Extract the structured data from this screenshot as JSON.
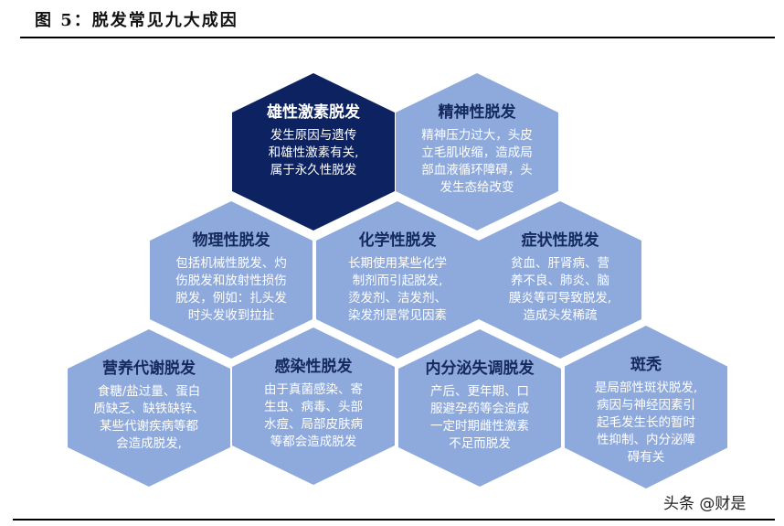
{
  "header": {
    "title": "图 5：脱发常见九大成因"
  },
  "colors": {
    "dark_hex": "#0d2260",
    "light_hex": "#8ea9db",
    "title_text": "#152a5c",
    "body_text": "#ffffff"
  },
  "hexagons": [
    {
      "title": "雄性激素脱发",
      "lines": [
        "发生原因与遗传",
        "和雄性激素有关,",
        "属于永久性脱发"
      ],
      "style": "dark"
    },
    {
      "title": "精神性脱发",
      "lines": [
        "精神压力过大，头皮",
        "立毛肌收缩，造成局",
        "部血液循环障碍，头",
        "发生态给改变"
      ],
      "style": "light"
    },
    {
      "title": "物理性脱发",
      "lines": [
        "包括机械性脱发、灼",
        "伤脱发和放射性损伤",
        "脱发，例如：扎头发",
        "时头发收到拉扯"
      ],
      "style": "light"
    },
    {
      "title": "化学性脱发",
      "lines": [
        "长期使用某些化学",
        "制剂而引起脱发,",
        "烫发剂、洁发剂、",
        "染发剂是常见因素"
      ],
      "style": "light"
    },
    {
      "title": "症状性脱发",
      "lines": [
        "贫血、肝肾病、营",
        "养不良、肺炎、脑",
        "膜炎等可导致脱发,",
        "造成头发稀疏"
      ],
      "style": "light"
    },
    {
      "title": "营养代谢脱发",
      "lines": [
        "食糖/盐过量、蛋白",
        "质缺乏、缺铁缺锌、",
        "某些代谢疾病等都",
        "会造成脱发,"
      ],
      "style": "light"
    },
    {
      "title": "感染性脱发",
      "lines": [
        "由于真菌感染、寄",
        "生虫、病毒、头部",
        "水痘、局部皮肤病",
        "等都会造成脱发"
      ],
      "style": "light"
    },
    {
      "title": "内分泌失调脱发",
      "lines": [
        "产后、更年期、口",
        "服避孕药等会造成",
        "一定时期雌性激素",
        "不足而脱发"
      ],
      "style": "light"
    },
    {
      "title": "斑秃",
      "lines": [
        "是局部性斑状脱发,",
        "病因与神经因素引",
        "起毛发生长的暂时",
        "性抑制、内分泌障",
        "碍有关"
      ],
      "style": "light"
    }
  ],
  "footer": {
    "watermark": "头条 @财是"
  }
}
